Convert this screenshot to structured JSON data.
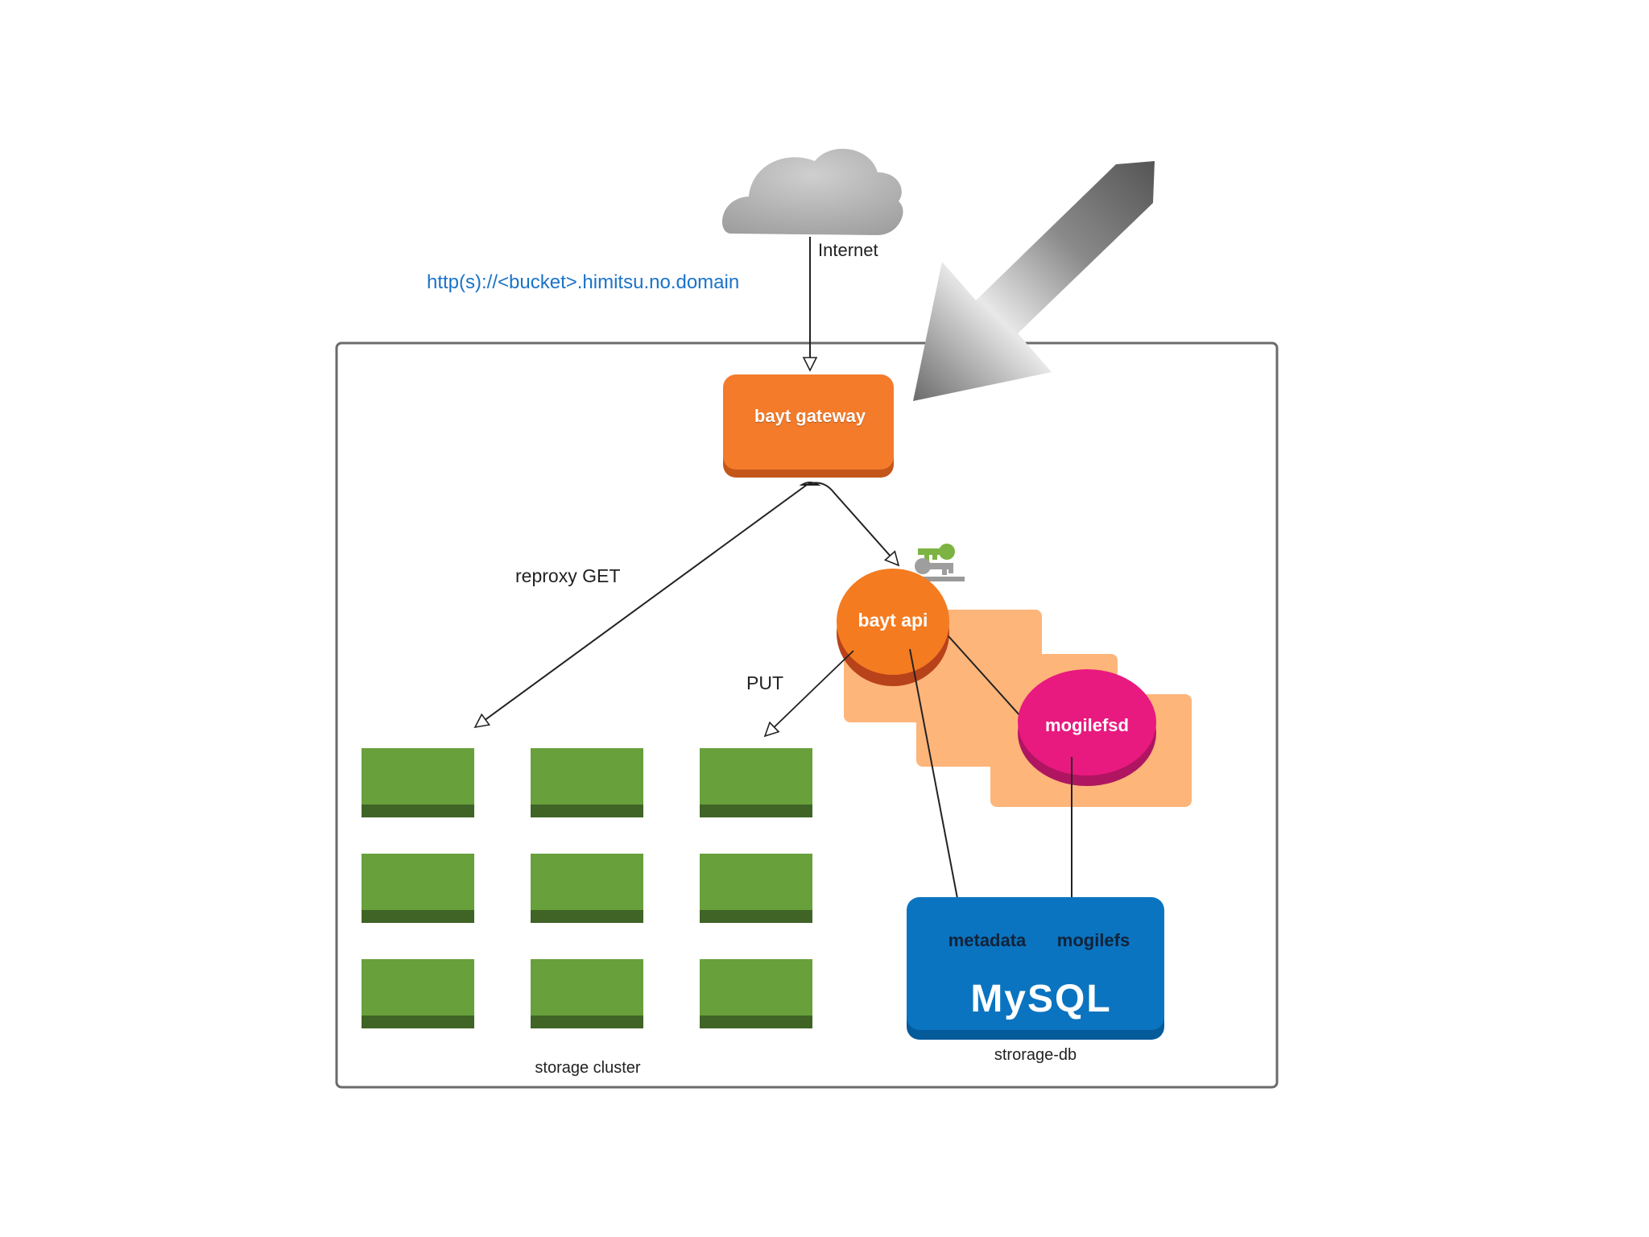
{
  "internet": {
    "label": "Internet"
  },
  "url": {
    "text": "http(s)://<bucket>.himitsu.no.domain",
    "color": "#1a73c9"
  },
  "gateway": {
    "label": "bayt gateway",
    "color": "#f47b2a"
  },
  "api": {
    "label": "bayt api",
    "color": "#f47b20"
  },
  "mogilefsd": {
    "label": "mogilefsd",
    "color": "#e8197f"
  },
  "edges": {
    "reproxy_get": "reproxy GET",
    "put": "PUT"
  },
  "storage_cluster": {
    "label": "storage cluster",
    "node_count": 9,
    "node_color": "#68a03c"
  },
  "mysql": {
    "brand": "MySQL",
    "db_metadata": "metadata",
    "db_mogilefs": "mogilefs",
    "caption": "strorage-db",
    "color": "#0a74c0"
  },
  "icons": [
    "cloud-icon",
    "key-icon",
    "arrow-pointer-icon"
  ]
}
